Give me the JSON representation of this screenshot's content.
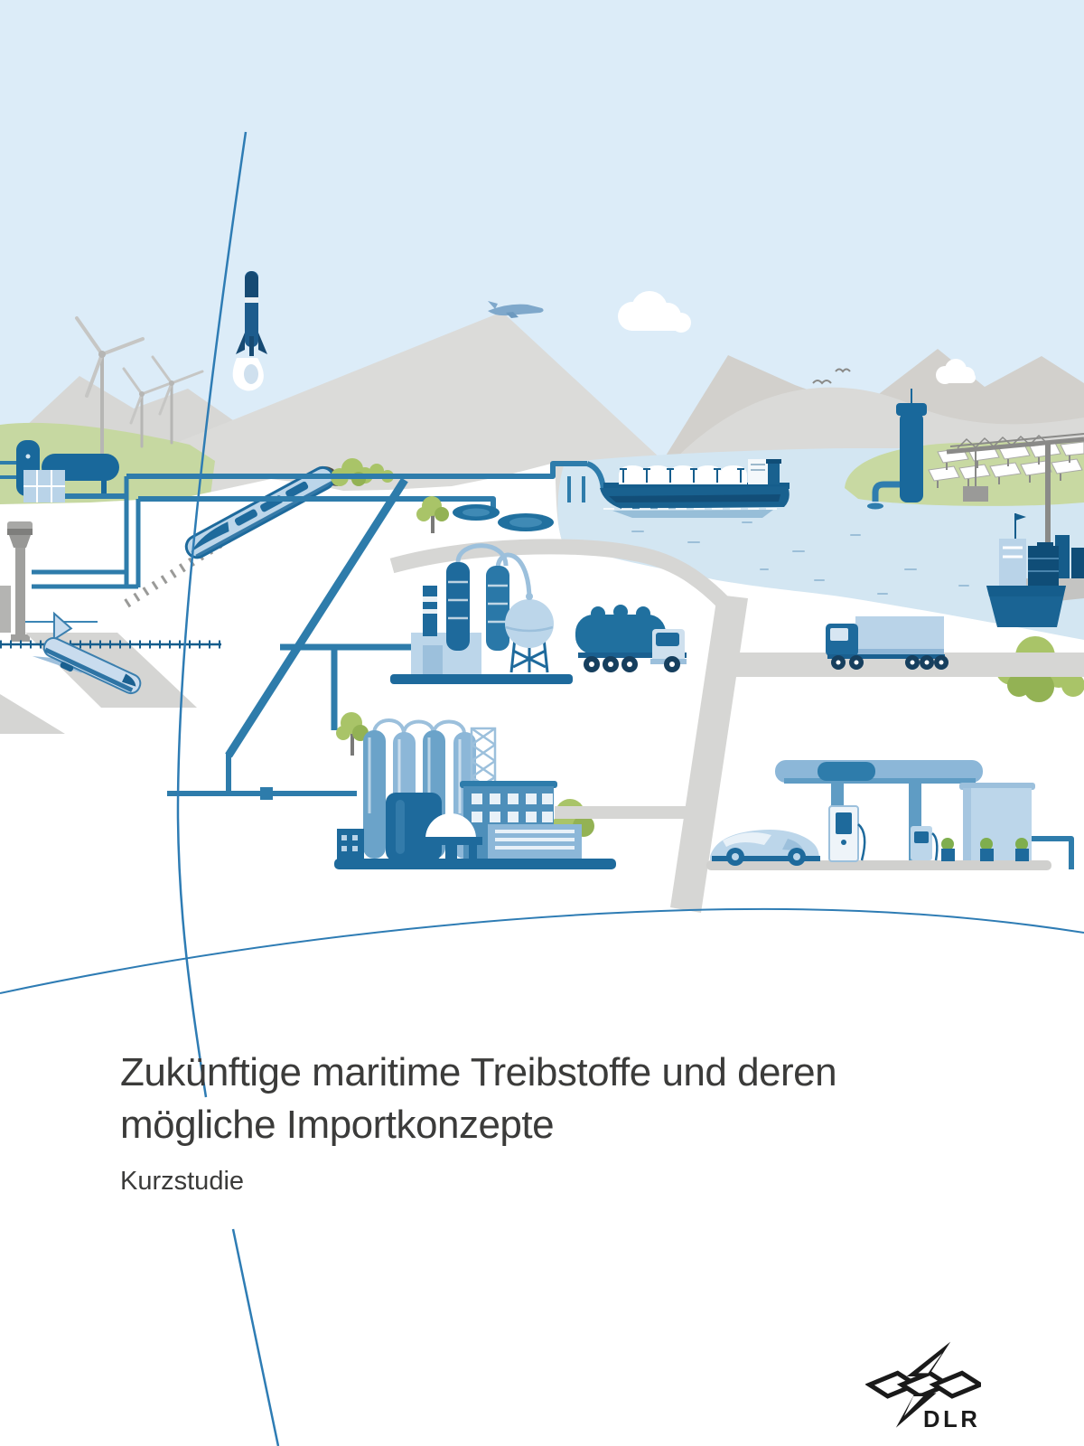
{
  "document": {
    "title_line1": "Zukünftige maritime Treibstoffe und deren",
    "title_line2": "mögliche Importkonzepte",
    "subtitle": "Kurzstudie"
  },
  "logo": {
    "label": "DLR"
  },
  "palette": {
    "page_background": "#ffffff",
    "sky_blue": "#dcecf8",
    "water_blue": "#d3e6f2",
    "mountain_gray_light": "#dbdbd9",
    "mountain_gray_dark": "#d2d0cc",
    "grass_green": "#c6d8a1",
    "foliage_green": "#a9c468",
    "dlr_primary_blue": "#1e6a9c",
    "mid_blue": "#5f9cc4",
    "light_blue": "#bcd6ea",
    "pipe_blue": "#2e7cab",
    "trajectory_line_blue": "#2e7cb4",
    "road_gray": "#d6d6d4",
    "title_text": "#3b3b3a",
    "logo_black": "#1a1a1a"
  }
}
